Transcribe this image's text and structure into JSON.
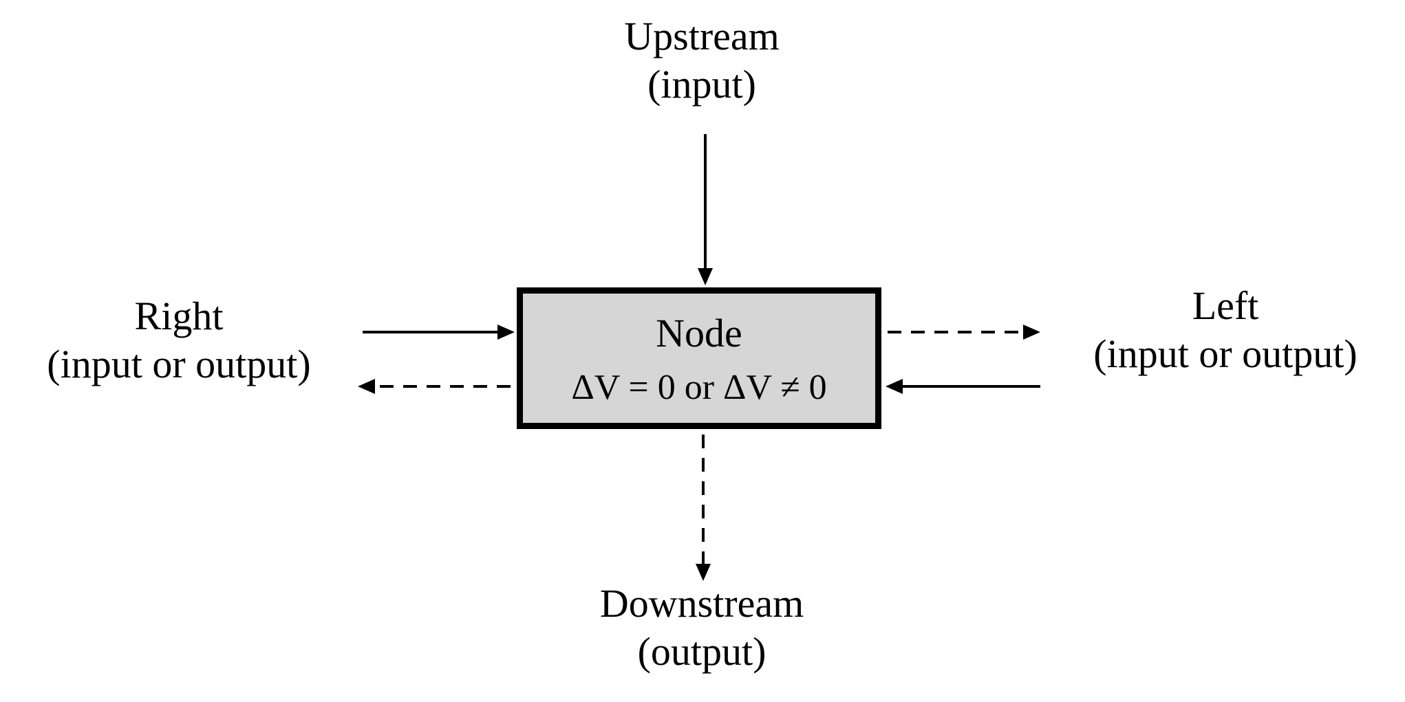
{
  "nodes": {
    "upstream": {
      "title": "Upstream",
      "role": "(input)"
    },
    "right": {
      "title": "Right",
      "role": "(input or output)"
    },
    "left": {
      "title": "Left",
      "role": "(input or output)"
    },
    "downstream": {
      "title": "Downstream",
      "role": "(output)"
    },
    "center": {
      "title": "Node",
      "equation": "ΔV = 0 or ΔV ≠ 0"
    }
  },
  "edges": [
    {
      "from": "upstream",
      "to": "center",
      "style": "solid"
    },
    {
      "from": "right",
      "to": "center",
      "style": "solid"
    },
    {
      "from": "center",
      "to": "right",
      "style": "dashed"
    },
    {
      "from": "center",
      "to": "left",
      "style": "dashed"
    },
    {
      "from": "left",
      "to": "center",
      "style": "solid"
    },
    {
      "from": "center",
      "to": "downstream",
      "style": "dashed"
    }
  ],
  "colors": {
    "node_fill": "#d6d6d6",
    "stroke": "#000000",
    "background": "#ffffff"
  }
}
